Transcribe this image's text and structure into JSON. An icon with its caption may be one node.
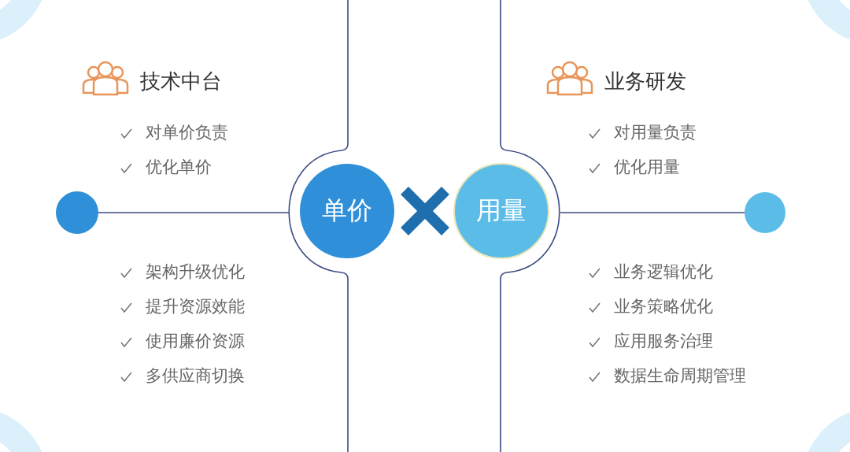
{
  "diagram": {
    "nodes": [
      {
        "text": [
          "单价"
        ]
      },
      {
        "text": [
          "用量"
        ]
      },
      {
        "text": [],
        "shape": "circle"
      },
      {
        "text": [],
        "shape": "circle"
      }
    ],
    "edges": [
      {
        "from": 2,
        "to": 0,
        "arrow": "none"
      },
      {
        "from": 3,
        "to": 1,
        "arrow": "none"
      }
    ],
    "labels": [
      "技术中台",
      "对单价负责",
      "优化单价",
      "架构升级优化",
      "提升资源效能",
      "使用廉价资源",
      "多供应商切换",
      "业务研发",
      "对用量负责",
      "优化用量",
      "业务逻辑优化",
      "业务策略优化",
      "应用服务治理",
      "数据生命周期管理"
    ]
  }
}
